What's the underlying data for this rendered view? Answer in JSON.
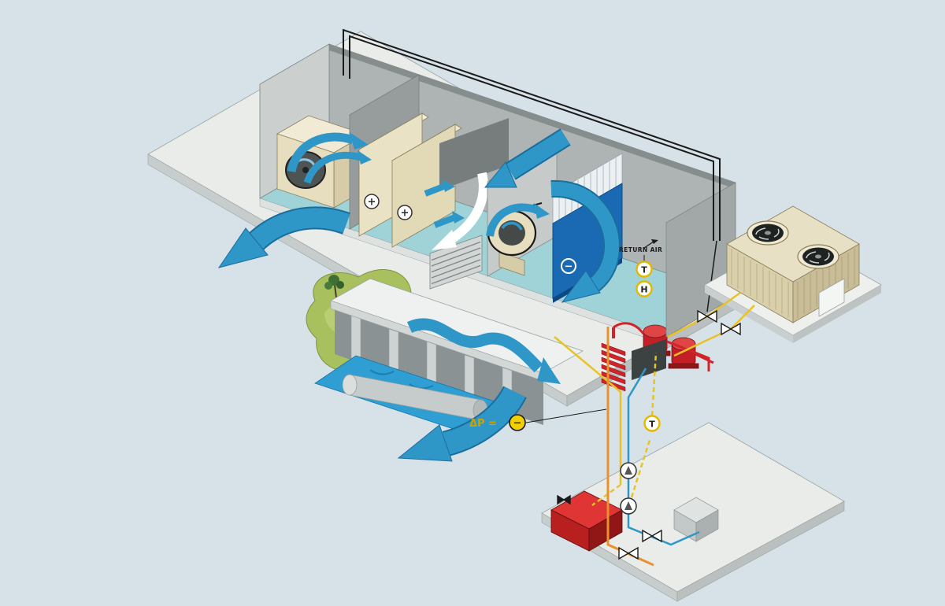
{
  "diagram": {
    "type": "isometric HVAC system schematic",
    "labels": {
      "return_air": "RETURN AIR",
      "dp_prefix": "ΔP =",
      "sensor_t": "T",
      "sensor_h": "H",
      "plus": "+",
      "minus": "−"
    },
    "sensors": [
      {
        "symbol": "T",
        "name": "return-air-temperature-sensor"
      },
      {
        "symbol": "H",
        "name": "return-air-humidity-sensor"
      },
      {
        "symbol": "T",
        "name": "water-loop-temperature-sensor"
      },
      {
        "symbol": "ΔP",
        "name": "filter-differential-pressure-sensor"
      }
    ],
    "colors": {
      "background": "#d7e2e8",
      "airflow_blue": "#2f97c8",
      "airflow_blue_dark": "#1a6e9e",
      "coil_blue": "#1a6ab3",
      "equipment_beige": "#e6debf",
      "wall_gray": "#aeb4b3",
      "slab_gray": "#e9ece9",
      "pump_red": "#c21f26",
      "pipe_yellow": "#e8c227",
      "pipe_orange": "#e8912d",
      "pipe_red": "#d0232a",
      "landscape_green": "#a9c05e",
      "pool_blue": "#2e9ed3"
    }
  }
}
